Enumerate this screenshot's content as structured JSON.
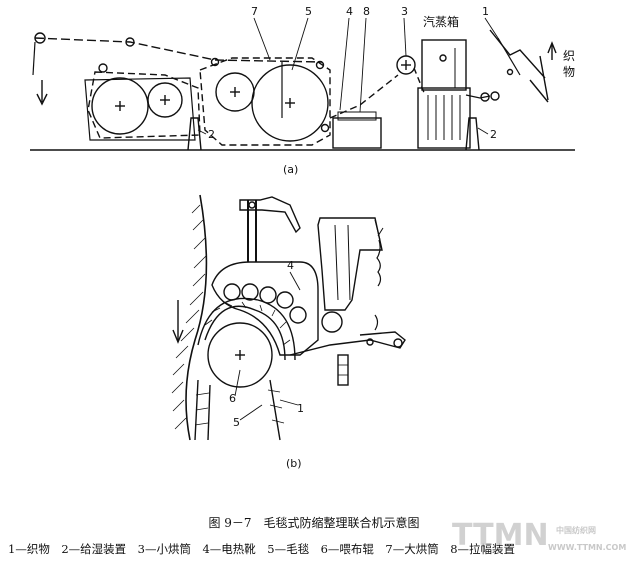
{
  "figure": {
    "caption": "图 9－7　毛毯式防缩整理联合机示意图",
    "sub_a": "(a)",
    "sub_b": "(b)",
    "legend": "1—织物　2—给湿装置　3—小烘筒　4—电热靴　5—毛毯　6—喂布辊　7—大烘筒　8—拉幅装置"
  },
  "diagram_a": {
    "labels": {
      "n7": "7",
      "n5": "5",
      "n4": "4",
      "n8": "8",
      "n3": "3",
      "n1": "1",
      "steam_box": "汽蒸箱",
      "fabric_1": "织",
      "fabric_2": "物",
      "n2_left": "2",
      "n2_right": "2"
    }
  },
  "diagram_b": {
    "labels": {
      "n4": "4",
      "n6": "6",
      "n5": "5",
      "n1": "1"
    }
  },
  "watermark": {
    "main": "TTMN",
    "sub": "中国纺织网",
    "url": "WWW.TTMN.COM"
  }
}
